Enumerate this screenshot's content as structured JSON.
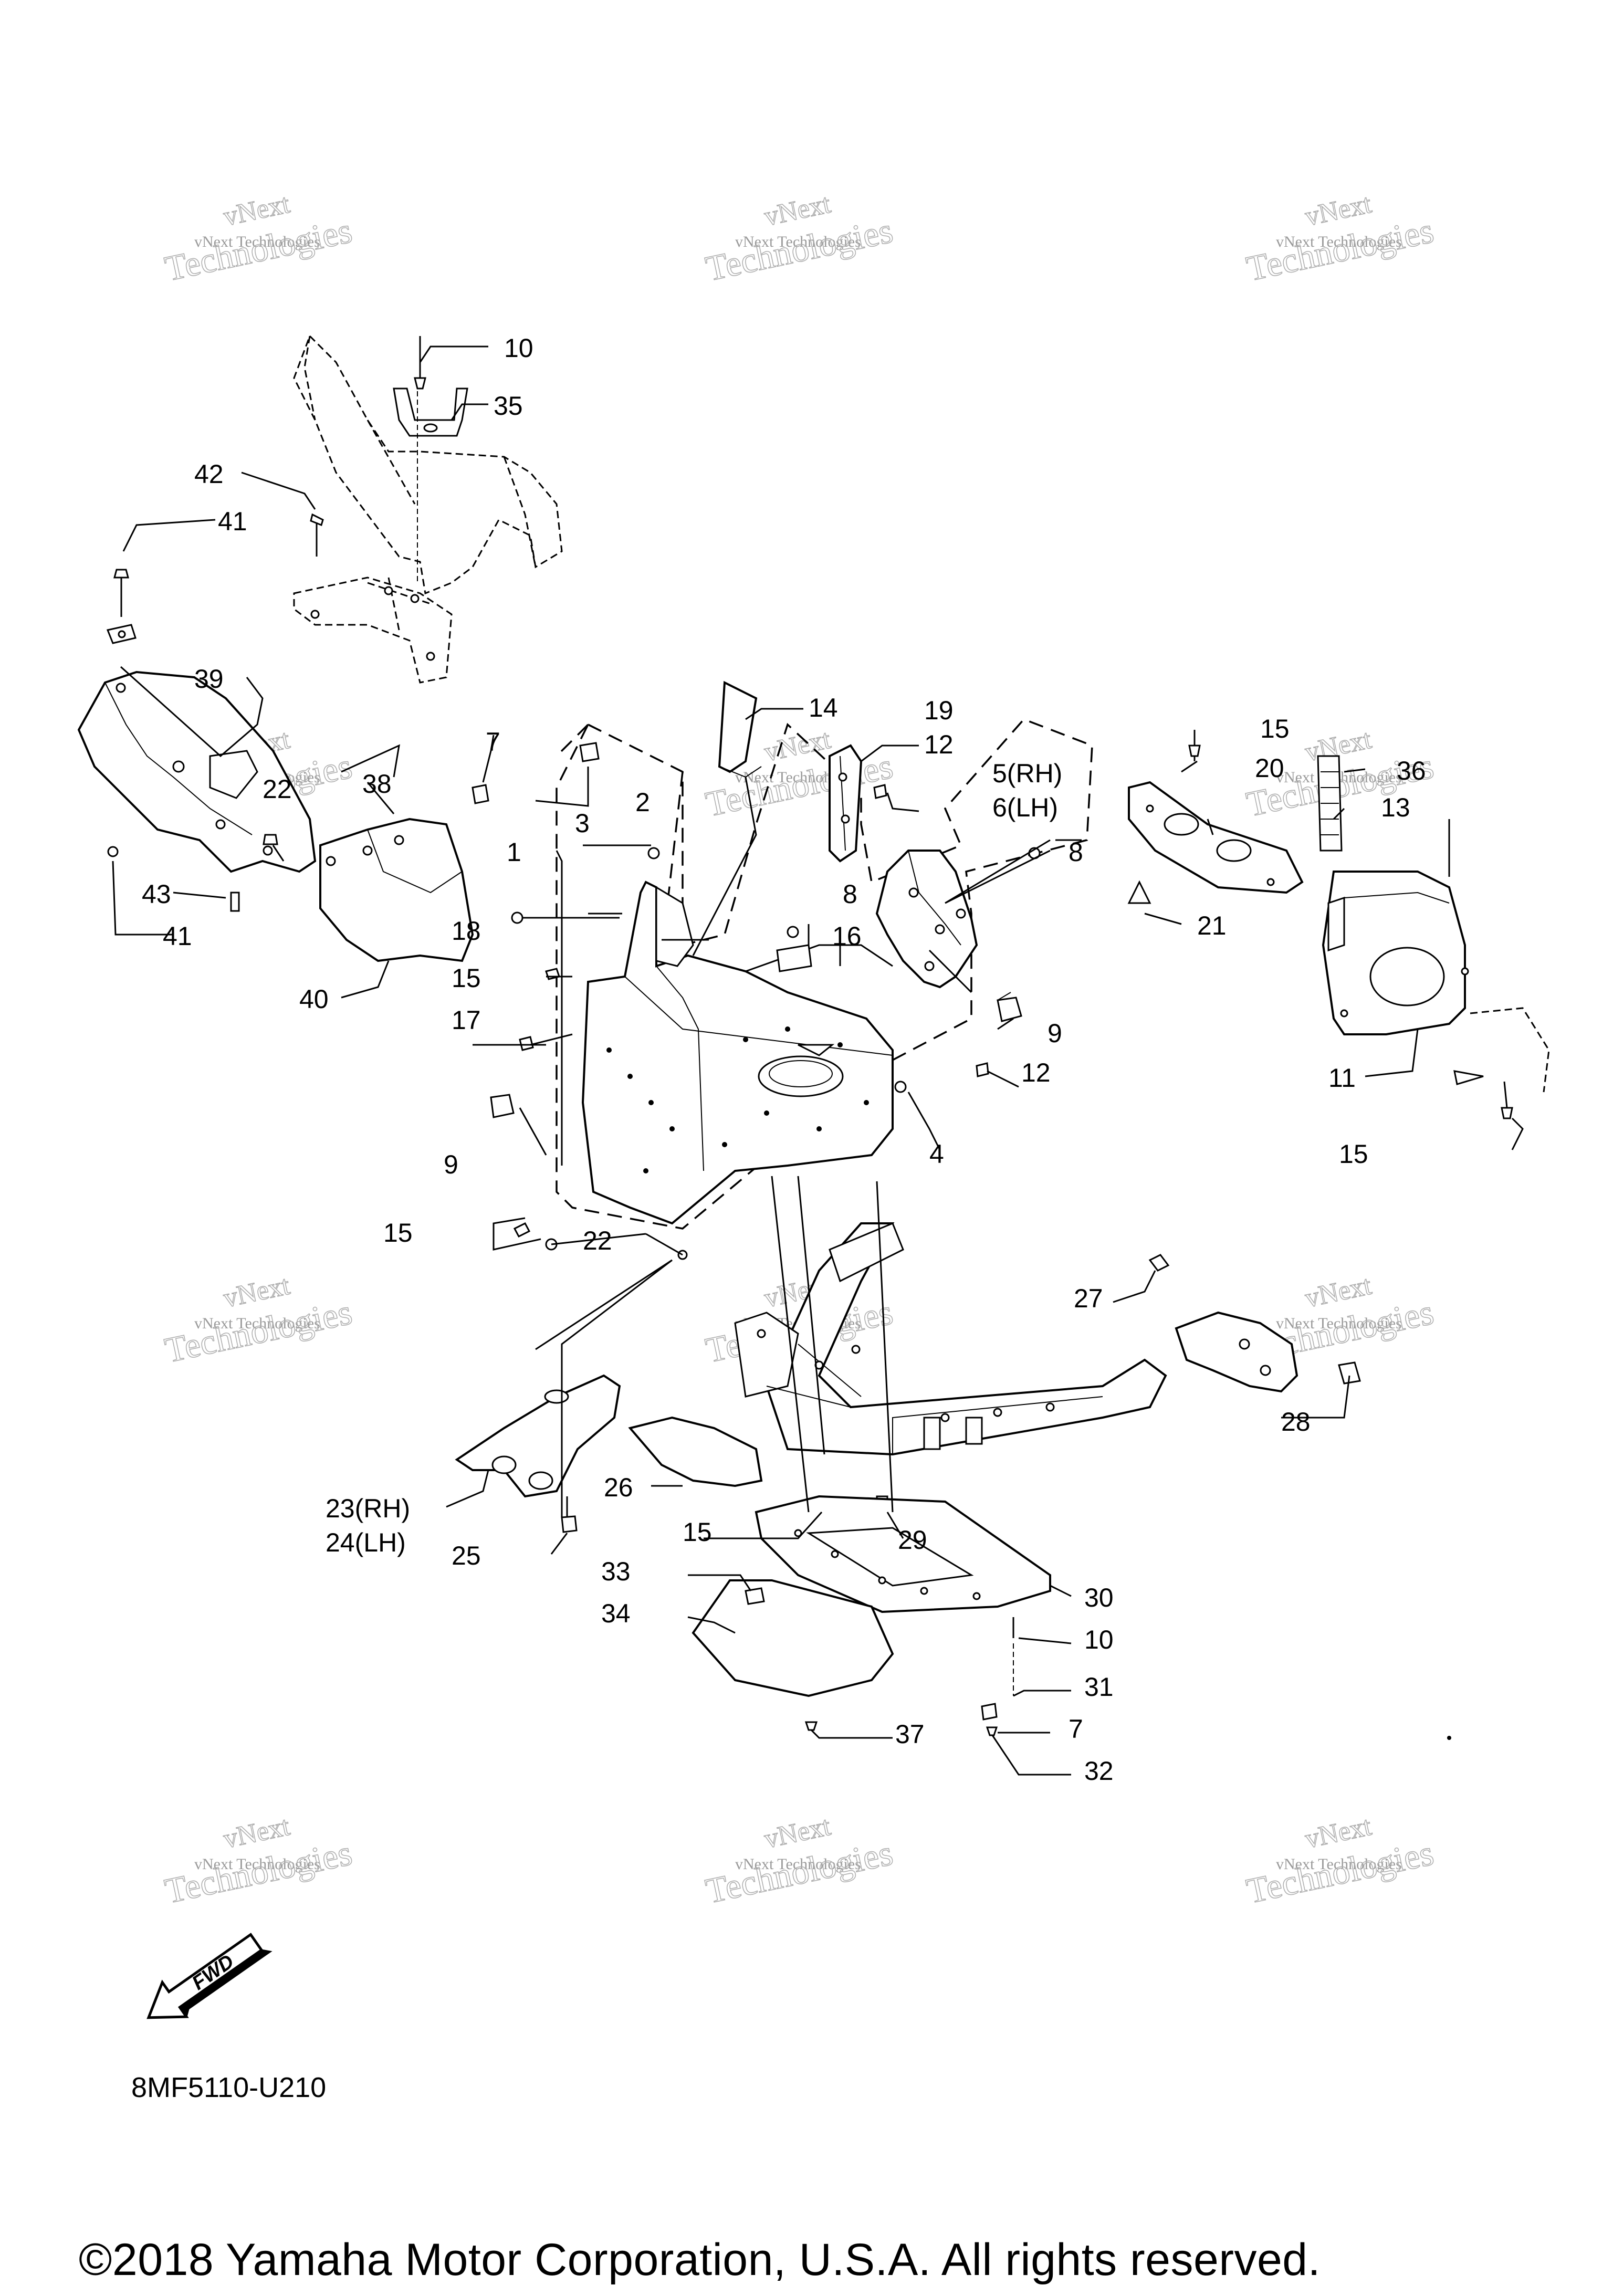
{
  "diagram": {
    "code": "8MF5110-U210",
    "copyright": "©2018 Yamaha Motor Corporation, U.S.A. All rights reserved.",
    "fwd_label": "FWD",
    "watermark": {
      "line1": "vNext",
      "line2": "vNext Technologies",
      "line3": "Technologies"
    },
    "callouts": {
      "c1": "1",
      "c2": "2",
      "c3": "3",
      "c4": "4",
      "c5": "5(RH)",
      "c6": "6(LH)",
      "c7a": "7",
      "c7b": "7",
      "c8a": "8",
      "c8b": "8",
      "c9a": "9",
      "c9b": "9",
      "c10a": "10",
      "c10b": "10",
      "c11": "11",
      "c12a": "12",
      "c12b": "12",
      "c13": "13",
      "c14": "14",
      "c15a": "15",
      "c15b": "15",
      "c15c": "15",
      "c15d": "15",
      "c15e": "15",
      "c16": "16",
      "c17": "17",
      "c18": "18",
      "c19": "19",
      "c20": "20",
      "c21": "21",
      "c22a": "22",
      "c22b": "22",
      "c23": "23(RH)",
      "c24": "24(LH)",
      "c25": "25",
      "c26": "26",
      "c27": "27",
      "c28": "28",
      "c29": "29",
      "c30": "30",
      "c31": "31",
      "c32": "32",
      "c33": "33",
      "c34": "34",
      "c35": "35",
      "c36": "36",
      "c37": "37",
      "c38": "38",
      "c39": "39",
      "c40": "40",
      "c41a": "41",
      "c41b": "41",
      "c42": "42",
      "c43": "43"
    }
  }
}
